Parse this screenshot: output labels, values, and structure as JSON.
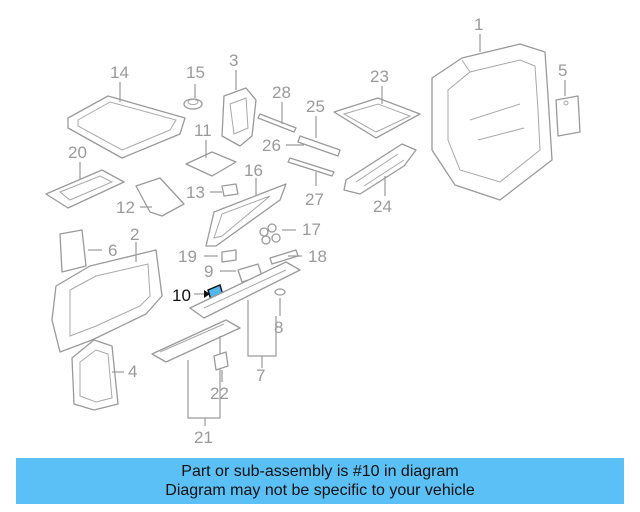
{
  "banner": {
    "line1": "Part or sub-assembly is #10 in diagram",
    "line2": "Diagram may not be specific to your vehicle"
  },
  "highlight_color": "#4fb8f0",
  "highlighted_part": "10",
  "callouts": [
    "1",
    "2",
    "3",
    "4",
    "5",
    "6",
    "7",
    "8",
    "9",
    "10",
    "11",
    "12",
    "13",
    "14",
    "15",
    "16",
    "17",
    "18",
    "19",
    "20",
    "21",
    "22",
    "23",
    "24",
    "25",
    "26",
    "27",
    "28"
  ]
}
